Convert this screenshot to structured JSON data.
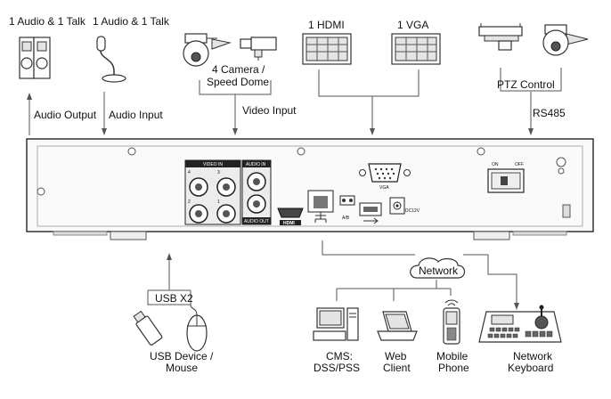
{
  "top": {
    "audio_talk_1": "1 Audio & 1 Talk",
    "audio_talk_2": "1 Audio & 1 Talk",
    "audio_output": "Audio Output",
    "audio_input": "Audio Input",
    "camera_line1": "4 Camera /",
    "camera_line2": "Speed Dome",
    "video_input": "Video Input",
    "hdmi": "1 HDMI",
    "vga": "1 VGA",
    "ptz_control": "PTZ Control",
    "rs485": "RS485"
  },
  "panel": {
    "video_in": "VIDEO IN",
    "audio_in": "AUDIO IN",
    "audio_out": "AUDIO OUT",
    "hdmi_port": "HDMI",
    "vga_port": "VGA",
    "ab": "A/B",
    "on": "ON",
    "off": "OFF",
    "dc": "DC12V",
    "ch1": "1",
    "ch2": "2",
    "ch3": "3",
    "ch4": "4"
  },
  "bottom": {
    "usb_x2": "USB X2",
    "usb_device_line1": "USB Device /",
    "usb_device_line2": "Mouse",
    "network": "Network",
    "cms_line1": "CMS:",
    "cms_line2": "DSS/PSS",
    "web_line1": "Web",
    "web_line2": "Client",
    "mobile_line1": "Mobile",
    "mobile_line2": "Phone",
    "keyboard_line1": "Network",
    "keyboard_line2": "Keyboard"
  }
}
